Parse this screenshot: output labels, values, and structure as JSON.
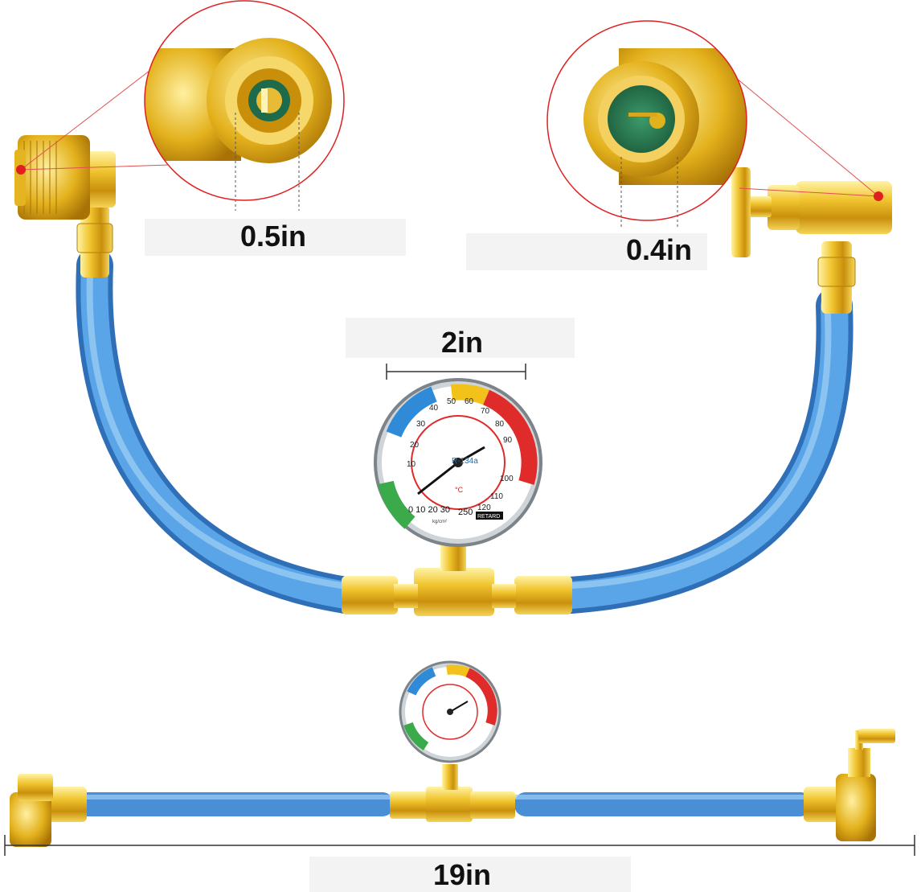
{
  "product": {
    "accent_hose_color": "#4a8fd6",
    "fitting_color": "#e0b21c"
  },
  "dimensions": {
    "left_port": "0.5in",
    "right_port": "0.4in",
    "gauge_diameter": "2in",
    "total_length": "19in"
  },
  "gauge": {
    "refrigerant": "R-134a",
    "unit_c": "°C",
    "brand_badge": "RETARD",
    "scale_outer": [
      "10",
      "20",
      "30",
      "40",
      "50",
      "60",
      "70",
      "80",
      "90",
      "100",
      "110",
      "120"
    ],
    "bottom_psi": "250",
    "bottom_low": "0 10 20 30",
    "unit_kpa": "kg/cm²"
  },
  "colors": {
    "gauge_red": "#e02b2b",
    "gauge_green": "#3aaa4a",
    "gauge_blue": "#2f8ad8",
    "gauge_yellow": "#f2c21b"
  }
}
